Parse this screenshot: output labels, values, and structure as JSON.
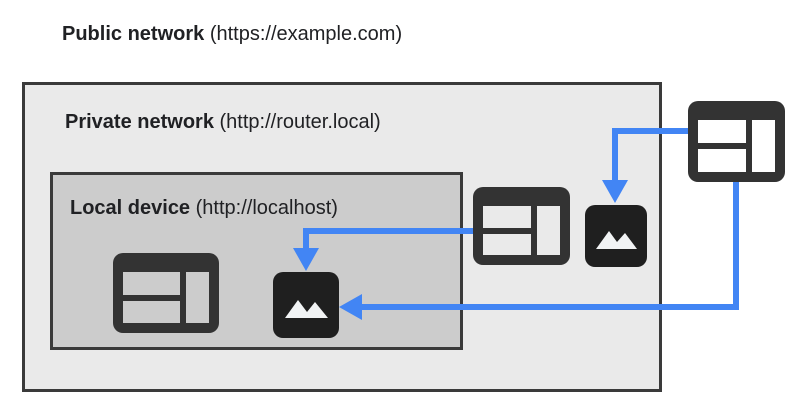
{
  "diagram": {
    "title_visible": false,
    "background_color": "#ffffff",
    "accent_color": "#4285f4",
    "icon_color": "#333333",
    "zones": [
      {
        "id": "public",
        "name_label": "Public network",
        "url_label": "(https://example.com)",
        "fill_color": "#ffffff"
      },
      {
        "id": "private",
        "name_label": "Private network",
        "url_label": "(http://router.local)",
        "fill_color": "#eaeaea",
        "border_color": "#3a3a3a"
      },
      {
        "id": "local-device",
        "name_label": "Local device",
        "url_label": "(http://localhost)",
        "fill_color": "#cccccc",
        "border_color": "#3a3a3a"
      }
    ],
    "icons": [
      {
        "id": "local-window",
        "kind": "window-icon",
        "zone": "local-device"
      },
      {
        "id": "local-image",
        "kind": "image-icon",
        "zone": "local-device"
      },
      {
        "id": "router-window",
        "kind": "window-icon",
        "zone": "private"
      },
      {
        "id": "public-image",
        "kind": "image-icon",
        "zone": "private"
      },
      {
        "id": "public-window",
        "kind": "window-icon",
        "zone": "public"
      }
    ],
    "connections": [
      {
        "id": "public-window-to-public-image",
        "from": "public-window",
        "to": "public-image",
        "color": "#4285f4"
      },
      {
        "id": "router-window-to-local-image",
        "from": "router-window",
        "to": "local-image",
        "color": "#4285f4"
      },
      {
        "id": "public-window-to-local-image",
        "from": "public-window",
        "to": "local-image",
        "color": "#4285f4"
      }
    ]
  }
}
